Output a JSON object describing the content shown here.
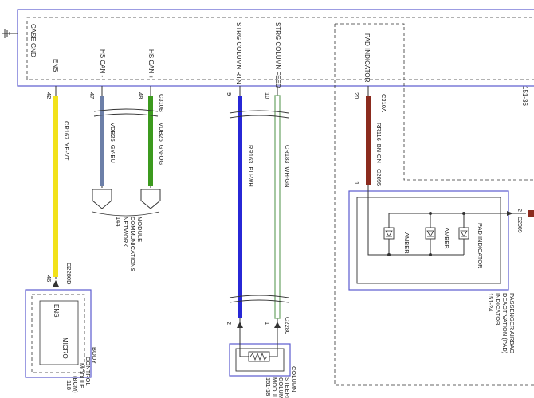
{
  "module_top": {
    "right_ref": "151-36"
  },
  "pins": {
    "case_gnd": "CASE GND",
    "ens": "ENS",
    "hs_can_minus": "HS CAN -",
    "hs_can_plus": "HS CAN +",
    "strg_column_rtn": "STRG COLUMN RTN",
    "strg_column_feed": "STRG COLUMN FEED",
    "pad_indicator": "PAD INDICATOR"
  },
  "connectors": {
    "c310b": "C310B",
    "c310a": "C310A",
    "c2280d": "C2280D",
    "c2280": "C2280",
    "c2095": "C2095",
    "c2009": "C2009"
  },
  "pin_numbers": {
    "p42": "42",
    "p47": "47",
    "p48": "48",
    "p9": "9",
    "p10": "10",
    "p20": "20",
    "p46": "46",
    "p2": "2",
    "p1": "1",
    "pad_1": "1",
    "c2009_2": "2"
  },
  "wires": {
    "yellow": {
      "circuit": "CR167",
      "color_code": "YE-VT",
      "color": "#f2e21a"
    },
    "grey_blue": {
      "circuit": "VDB26",
      "color_code": "GY-BU",
      "color": "#6c7fa8"
    },
    "green": {
      "circuit": "VDB25",
      "color_code": "GN-OG",
      "color": "#3c9a1e"
    },
    "blue": {
      "circuit": "RR163",
      "color_code": "BU-WH",
      "color": "#2727d6"
    },
    "white_green": {
      "circuit": "CR183",
      "color_code": "WH-GN",
      "color": "#7fb07a"
    },
    "brown": {
      "circuit": "RR116",
      "color_code": "BN-GN",
      "color": "#8b2b1e"
    }
  },
  "network": {
    "label_line1": "MODULE",
    "label_line2": "COMMUNICATIONS",
    "label_line3": "NETWORK",
    "ref": "144"
  },
  "pad_module": {
    "indicator_label": "PAD INDICATOR",
    "amber_1": "AMBER",
    "amber_2": "AMBER",
    "title_line1": "PASSENGER AIRBAG",
    "title_line2": "DEACTIVATION (PAD)",
    "title_line3": "INDICATOR",
    "ref": "151-24"
  },
  "bcm": {
    "ens_label": "ENS",
    "micro_label": "MICRO",
    "title_line1": "BODY",
    "title_line2": "CONTROL",
    "title_line3": "MODULE",
    "title_line4": "(BCM)",
    "ref": "118"
  },
  "column": {
    "title_line1": "COLUMN",
    "title_line2": "STEERING",
    "title_line3": "COLUMN",
    "title_line4": "MODULE",
    "ref": "151-18"
  }
}
